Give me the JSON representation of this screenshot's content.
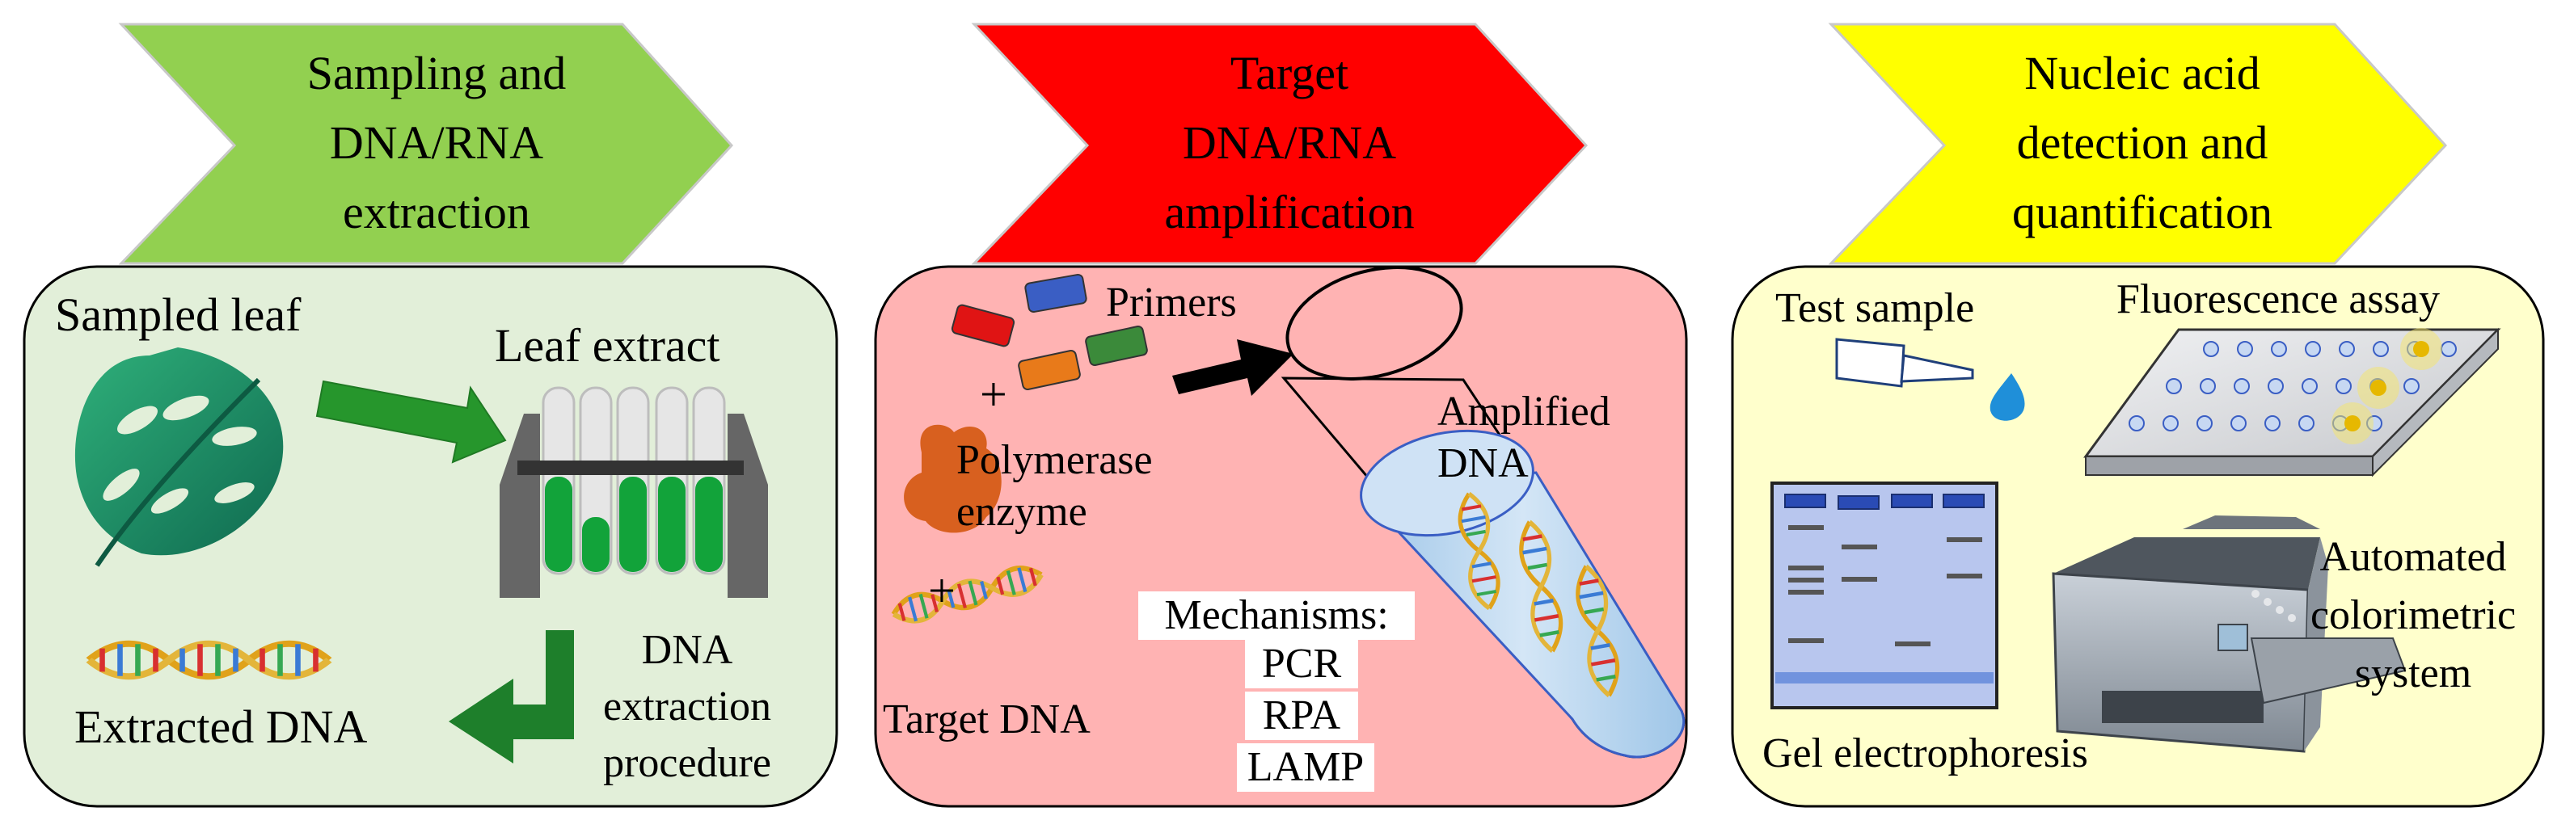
{
  "stages": [
    {
      "header": [
        "Sampling and",
        "DNA/RNA",
        "extraction"
      ],
      "color": "#92d050",
      "panel_color": "#e2efd9",
      "labels": {
        "sampled_leaf": "Sampled leaf",
        "leaf_extract": "Leaf extract",
        "extraction_procedure": [
          "DNA",
          "extraction",
          "procedure"
        ],
        "extracted_dna": "Extracted DNA"
      }
    },
    {
      "header": [
        "Target",
        "DNA/RNA",
        "amplification"
      ],
      "color": "#ff0000",
      "panel_color": "#ffb3b3",
      "labels": {
        "primers": "Primers",
        "plus1": "+",
        "polymerase": [
          "Polymerase",
          "enzyme"
        ],
        "plus2": "+",
        "target_dna": "Target DNA",
        "amplified_dna": [
          "Amplified",
          "DNA"
        ],
        "mechanisms_title": "Mechanisms:",
        "mechanisms": [
          "PCR",
          "RPA",
          "LAMP"
        ]
      }
    },
    {
      "header": [
        "Nucleic acid",
        "detection and",
        "quantification"
      ],
      "color": "#ffff00",
      "panel_color": "#ffffcc",
      "labels": {
        "test_sample": "Test sample",
        "fluorescence": "Fluorescence assay",
        "gel": "Gel electrophoresis",
        "automated": [
          "Automated",
          "colorimetric",
          "system"
        ]
      }
    }
  ],
  "icons": [
    "leaf-icon",
    "test-tube-rack-icon",
    "arrow-right-icon",
    "arrow-down-left-icon",
    "dna-helix-icon",
    "primer-blocks-icon",
    "polymerase-blob-icon",
    "black-arrow-icon",
    "reaction-tube-icon",
    "pipette-icon",
    "droplet-icon",
    "well-plate-icon",
    "gel-icon",
    "printer-icon"
  ]
}
